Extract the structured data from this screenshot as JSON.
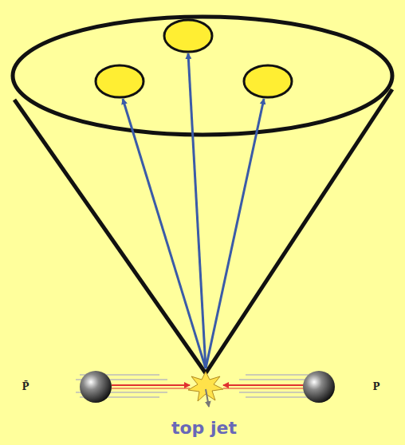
{
  "diagram": {
    "labels": [
      "P̄",
      "P",
      "top jet"
    ]
  }
}
